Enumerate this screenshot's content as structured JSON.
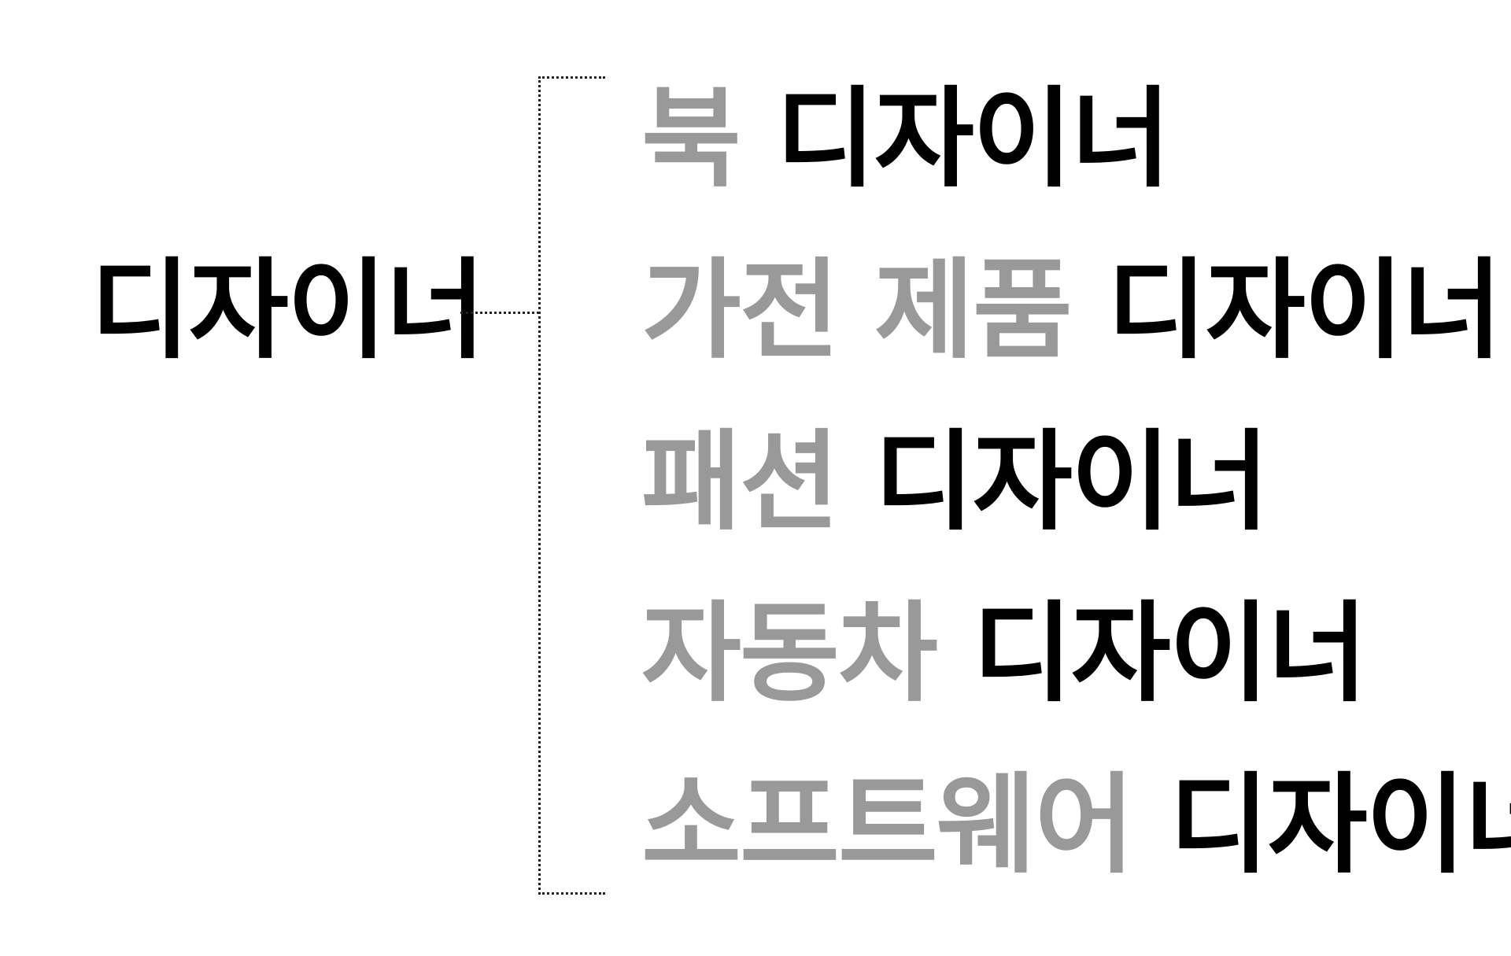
{
  "root": {
    "label": "디자이너"
  },
  "branches": [
    {
      "prefix": "북",
      "suffix": "디자이너"
    },
    {
      "prefix": "가전 제품",
      "suffix": "디자이너"
    },
    {
      "prefix": "패션",
      "suffix": "디자이너"
    },
    {
      "prefix": "자동차",
      "suffix": "디자이너"
    },
    {
      "prefix": "소프트웨어",
      "suffix": "디자이너"
    }
  ],
  "colors": {
    "root_text": "#000000",
    "prefix_text": "#999999",
    "suffix_text": "#000000",
    "connector": "#222222",
    "background": "#ffffff"
  }
}
